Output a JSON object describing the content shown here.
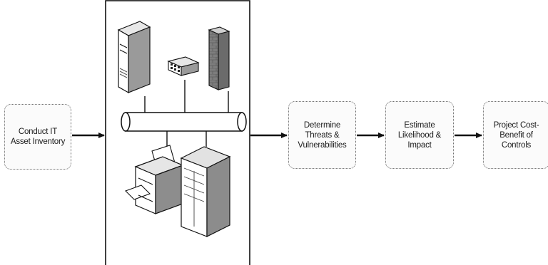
{
  "diagram": {
    "steps": [
      {
        "id": "conduct-it-asset-inventory",
        "label": "Conduct IT\nAsset Inventory"
      },
      {
        "id": "determine-threats",
        "label": "Determine\nThreats &\nVulnerabilities"
      },
      {
        "id": "estimate-likelihood",
        "label": "Estimate\nLikelihood &\nImpact"
      },
      {
        "id": "project-cost-benefit",
        "label": "Project Cost-\nBenefit of\nControls"
      }
    ],
    "network_assets": [
      "server-icon",
      "network-switch-icon",
      "firewall-icon",
      "printer-icon",
      "server-rack-icon"
    ],
    "colors": {
      "line": "#111111",
      "box_border": "#6f6f6f",
      "box_fill": "#fbfbfb"
    }
  }
}
